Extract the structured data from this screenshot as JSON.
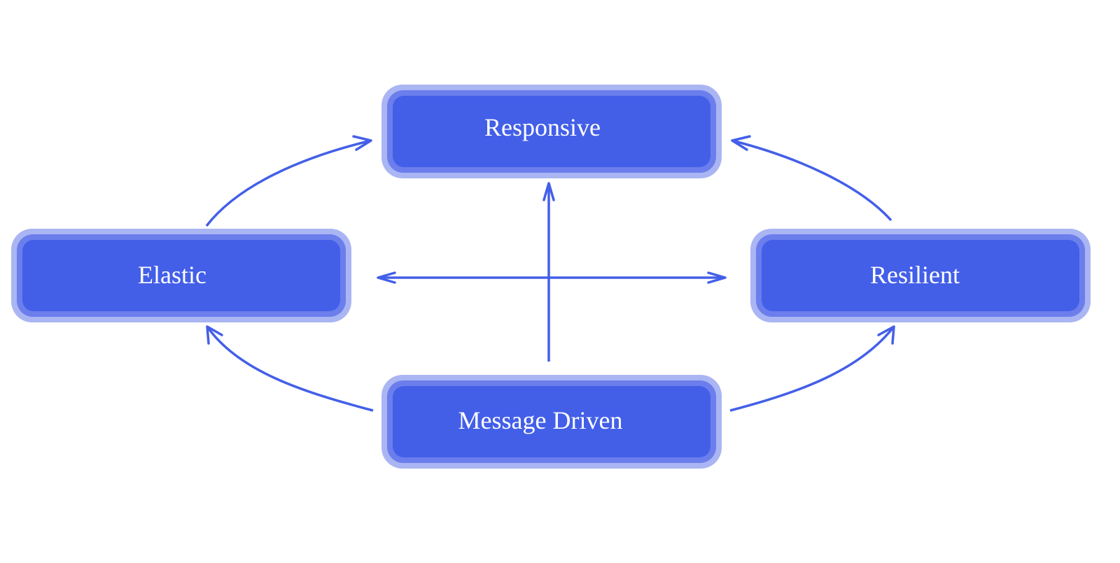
{
  "nodes": {
    "responsive": {
      "label": "Responsive"
    },
    "elastic": {
      "label": "Elastic"
    },
    "resilient": {
      "label": "Resilient"
    },
    "message_driven": {
      "label": "Message Driven"
    }
  },
  "colors": {
    "node_fill": "#435fe8",
    "node_border_inner": "#6b7eec",
    "node_border_outer": "#aab5f3",
    "edge": "#435fe8",
    "label_text": "#ffffff",
    "background": "#ffffff"
  },
  "edges": [
    {
      "from": "elastic",
      "to": "responsive"
    },
    {
      "from": "resilient",
      "to": "responsive"
    },
    {
      "from": "message_driven",
      "to": "responsive"
    },
    {
      "from": "message_driven",
      "to": "elastic"
    },
    {
      "from": "message_driven",
      "to": "resilient"
    },
    {
      "from": "elastic",
      "to": "resilient",
      "bidirectional": true
    }
  ]
}
